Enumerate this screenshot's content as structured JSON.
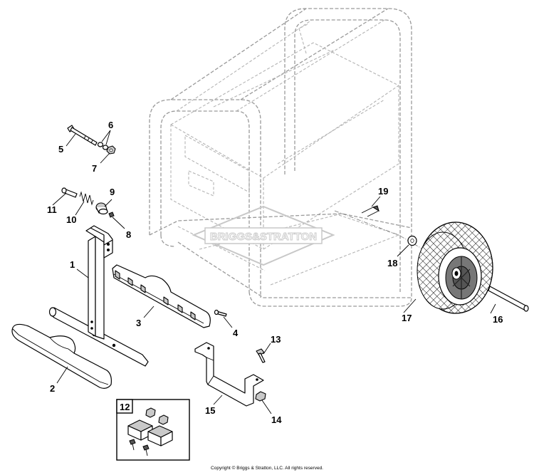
{
  "watermark": "BRIGGS&STRATTON",
  "copyright": "Copyright © Briggs & Stratton, LLC. All rights reserved.",
  "callouts": [
    {
      "id": "1",
      "name": "callout-1"
    },
    {
      "id": "2",
      "name": "callout-2"
    },
    {
      "id": "3",
      "name": "callout-3"
    },
    {
      "id": "4",
      "name": "callout-4"
    },
    {
      "id": "5",
      "name": "callout-5"
    },
    {
      "id": "6",
      "name": "callout-6"
    },
    {
      "id": "7",
      "name": "callout-7"
    },
    {
      "id": "8",
      "name": "callout-8"
    },
    {
      "id": "9",
      "name": "callout-9"
    },
    {
      "id": "10",
      "name": "callout-10"
    },
    {
      "id": "11",
      "name": "callout-11"
    },
    {
      "id": "12",
      "name": "callout-12"
    },
    {
      "id": "13",
      "name": "callout-13"
    },
    {
      "id": "14",
      "name": "callout-14"
    },
    {
      "id": "15",
      "name": "callout-15"
    },
    {
      "id": "16",
      "name": "callout-16"
    },
    {
      "id": "17",
      "name": "callout-17"
    },
    {
      "id": "18",
      "name": "callout-18"
    },
    {
      "id": "19",
      "name": "callout-19"
    }
  ]
}
